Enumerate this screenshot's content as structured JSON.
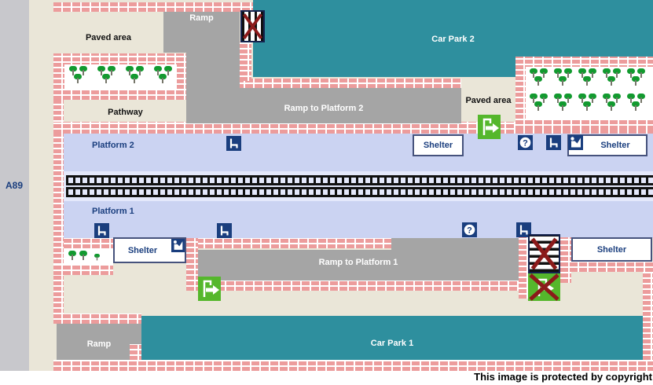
{
  "road": {
    "label": "A89"
  },
  "top": {
    "paved_area": "Paved area",
    "ramp": "Ramp",
    "car_park_2": "Car Park 2",
    "pathway": "Pathway",
    "ramp_to_platform_2": "Ramp to Platform 2",
    "paved_area_right": "Paved area"
  },
  "platform_2": {
    "label": "Platform 2",
    "shelter_left": "Shelter",
    "shelter_right": "Shelter"
  },
  "platform_1": {
    "label": "Platform 1",
    "shelter_left": "Shelter",
    "shelter_right": "Shelter",
    "ramp_to_platform_1": "Ramp to Platform 1"
  },
  "bottom": {
    "ramp": "Ramp",
    "car_park_1": "Car Park 1"
  },
  "footer": {
    "copyright": "This image is protected by copyright"
  },
  "icons": [
    "bench-icon",
    "info-icon",
    "waiting-room-icon",
    "exit-icon",
    "stairs-icon",
    "closed-stairs-icon",
    "closed-exit-icon",
    "tree-icon"
  ],
  "colors": {
    "car_park_teal": "#2E8F9E",
    "platform_lavender": "#CBD3F2",
    "track_band": "#E4E8FB",
    "brick_pink": "#EC9C9C",
    "ramp_gray": "#A5A5A5",
    "road_gray": "#C8C8CC",
    "background_beige": "#EAE6D8",
    "icon_navy": "#1A3E7E",
    "exit_green": "#55B72C",
    "cross_red": "#8B1A1A"
  }
}
